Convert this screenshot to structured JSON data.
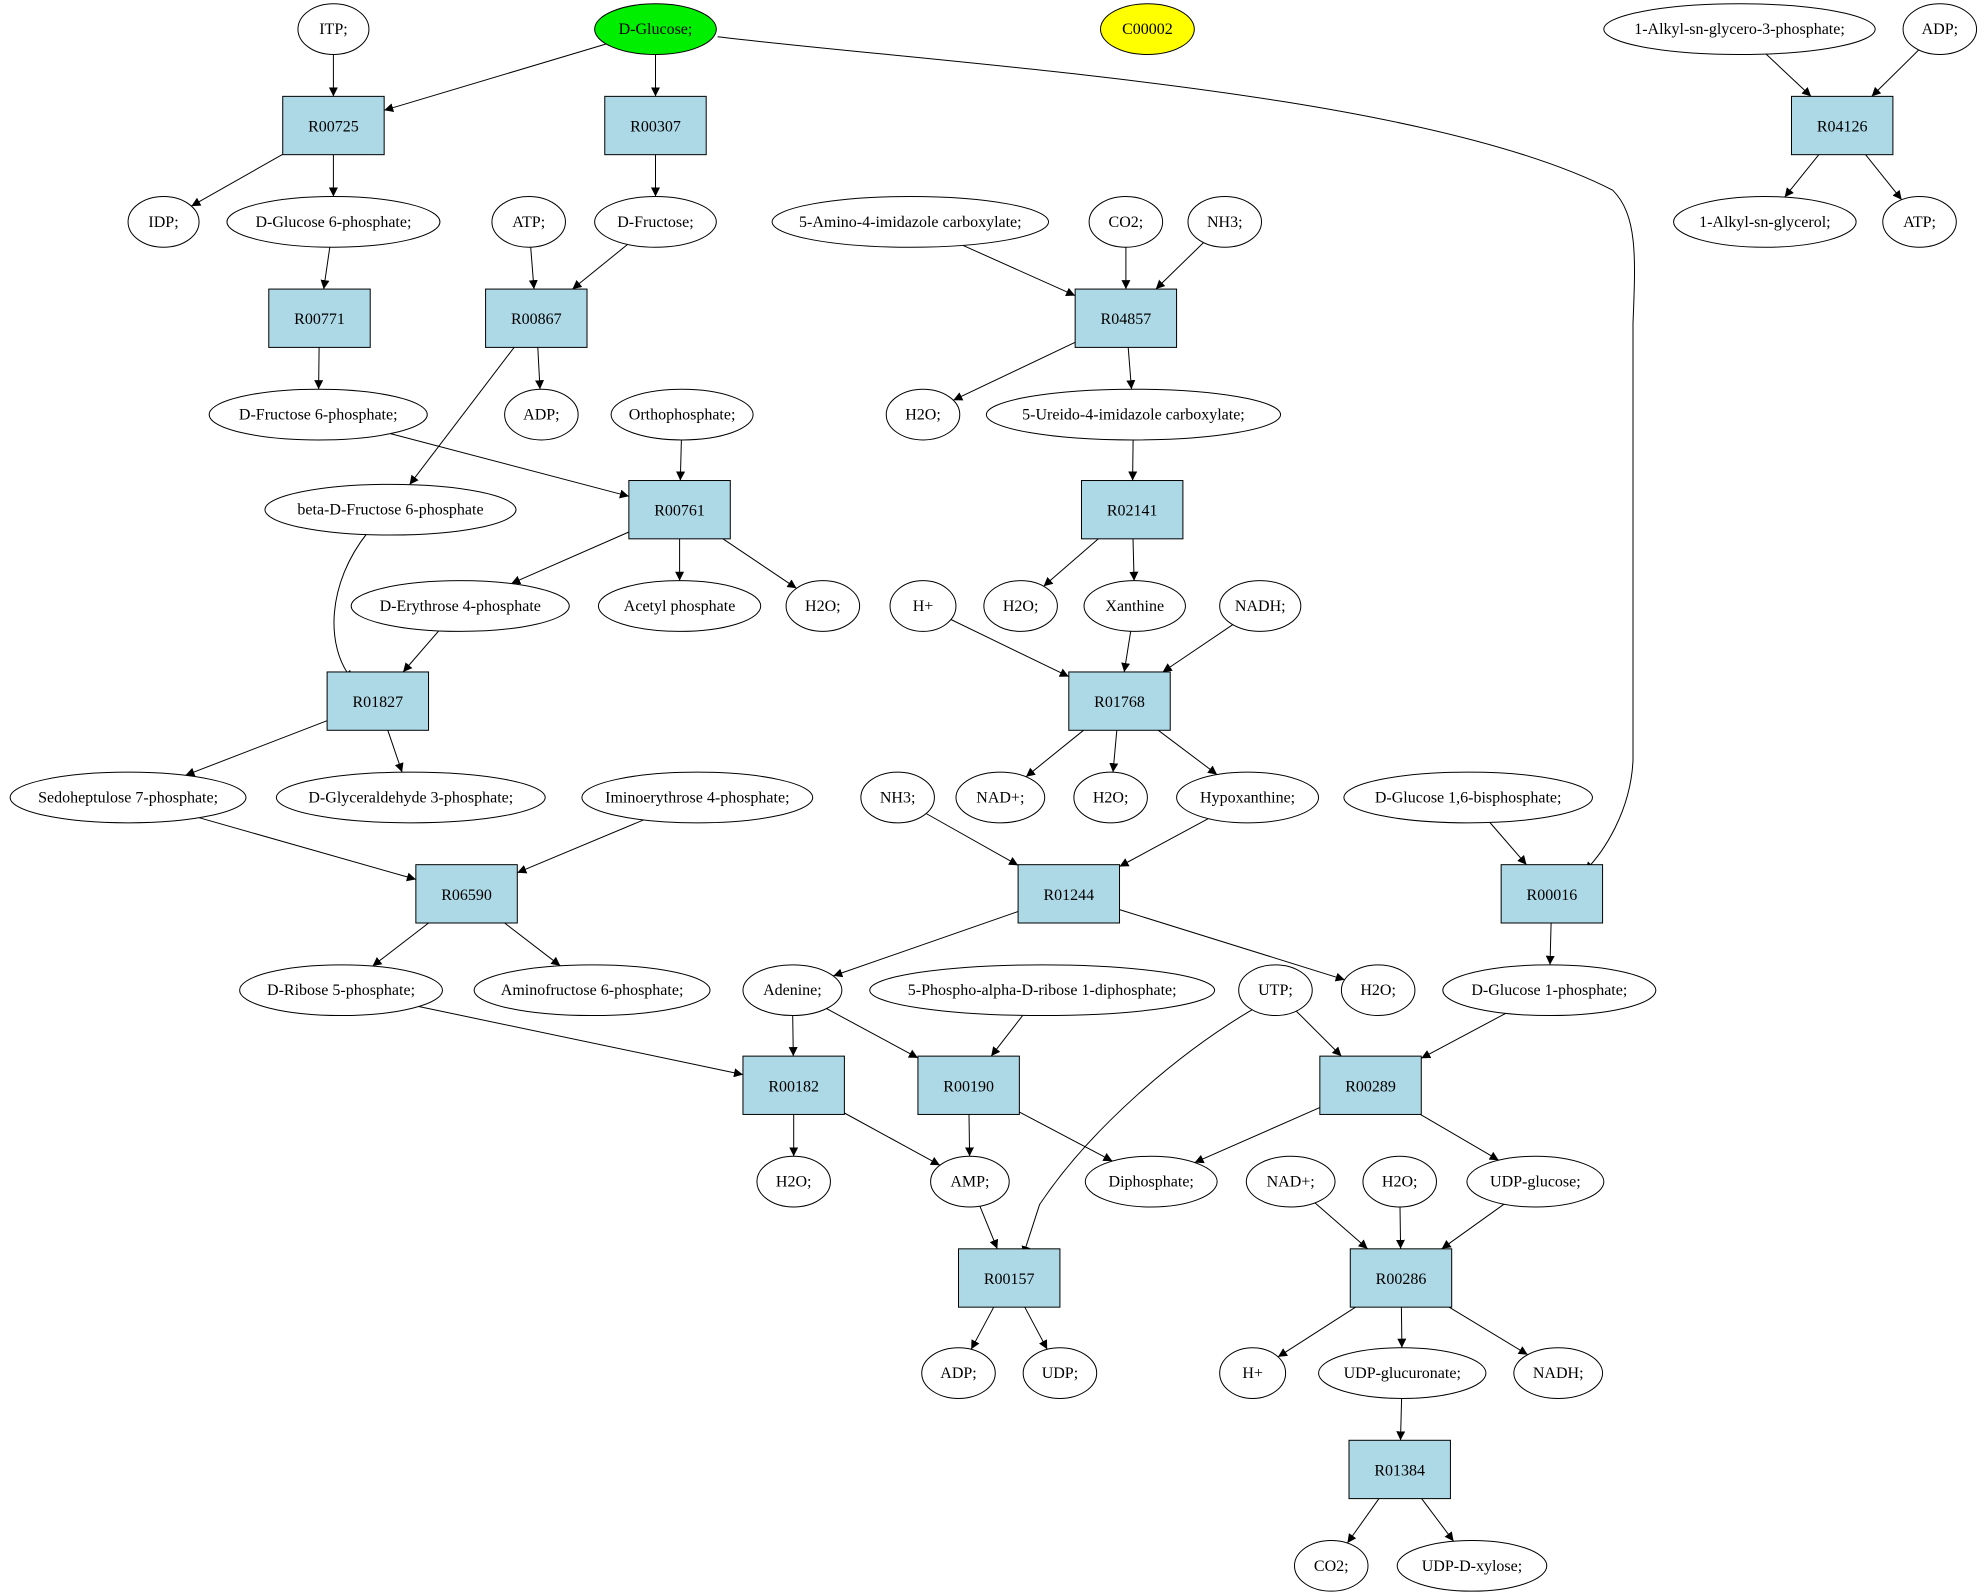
{
  "colors": {
    "reaction_fill": "#add8e6",
    "compound_fill": "#ffffff",
    "highlight_green": "#00ee00",
    "highlight_yellow": "#ffff00"
  },
  "compounds": [
    {
      "id": "itp",
      "label": "ITP;"
    },
    {
      "id": "glc",
      "label": "D-Glucose;",
      "fill": "#00ee00"
    },
    {
      "id": "c2",
      "label": "C00002",
      "fill": "#ffff00"
    },
    {
      "id": "alkg3p",
      "label": "1-Alkyl-sn-glycero-3-phosphate;"
    },
    {
      "id": "adp_a",
      "label": "ADP;"
    },
    {
      "id": "idp",
      "label": "IDP;"
    },
    {
      "id": "g6p",
      "label": "D-Glucose 6-phosphate;"
    },
    {
      "id": "atp_a",
      "label": "ATP;"
    },
    {
      "id": "fru",
      "label": "D-Fructose;"
    },
    {
      "id": "aicarb",
      "label": "5-Amino-4-imidazole carboxylate;"
    },
    {
      "id": "co2_a",
      "label": "CO2;"
    },
    {
      "id": "nh3_a",
      "label": "NH3;"
    },
    {
      "id": "alkg",
      "label": "1-Alkyl-sn-glycerol;"
    },
    {
      "id": "atp_b",
      "label": "ATP;"
    },
    {
      "id": "f6p",
      "label": "D-Fructose 6-phosphate;"
    },
    {
      "id": "adp_b",
      "label": "ADP;"
    },
    {
      "id": "pi",
      "label": "Orthophosphate;"
    },
    {
      "id": "h2o_a",
      "label": "H2O;"
    },
    {
      "id": "uicarb",
      "label": "5-Ureido-4-imidazole carboxylate;"
    },
    {
      "id": "bf6p",
      "label": "beta-D-Fructose 6-phosphate"
    },
    {
      "id": "e4p",
      "label": "D-Erythrose 4-phosphate"
    },
    {
      "id": "acp",
      "label": "Acetyl phosphate"
    },
    {
      "id": "h2o_b",
      "label": "H2O;"
    },
    {
      "id": "hplus_a",
      "label": "H+"
    },
    {
      "id": "h2o_c",
      "label": "H2O;"
    },
    {
      "id": "xan",
      "label": "Xanthine"
    },
    {
      "id": "nadh_a",
      "label": "NADH;"
    },
    {
      "id": "s7p",
      "label": "Sedoheptulose 7-phosphate;"
    },
    {
      "id": "gap",
      "label": "D-Glyceraldehyde 3-phosphate;"
    },
    {
      "id": "imino",
      "label": "Iminoerythrose 4-phosphate;"
    },
    {
      "id": "nh3_b",
      "label": "NH3;"
    },
    {
      "id": "nadp_a",
      "label": "NAD+;"
    },
    {
      "id": "h2o_d",
      "label": "H2O;"
    },
    {
      "id": "hyp",
      "label": "Hypoxanthine;"
    },
    {
      "id": "g16bp",
      "label": "D-Glucose 1,6-bisphosphate;"
    },
    {
      "id": "r5p",
      "label": "D-Ribose 5-phosphate;"
    },
    {
      "id": "af6p",
      "label": "Aminofructose 6-phosphate;"
    },
    {
      "id": "ade",
      "label": "Adenine;"
    },
    {
      "id": "prpp",
      "label": "5-Phospho-alpha-D-ribose 1-diphosphate;"
    },
    {
      "id": "utp",
      "label": "UTP;"
    },
    {
      "id": "h2o_e",
      "label": "H2O;"
    },
    {
      "id": "g1p",
      "label": "D-Glucose 1-phosphate;"
    },
    {
      "id": "h2o_f",
      "label": "H2O;"
    },
    {
      "id": "amp",
      "label": "AMP;"
    },
    {
      "id": "ppi",
      "label": "Diphosphate;"
    },
    {
      "id": "nadp_b",
      "label": "NAD+;"
    },
    {
      "id": "h2o_g",
      "label": "H2O;"
    },
    {
      "id": "udpg",
      "label": "UDP-glucose;"
    },
    {
      "id": "adp_c",
      "label": "ADP;"
    },
    {
      "id": "udp",
      "label": "UDP;"
    },
    {
      "id": "hplus_b",
      "label": "H+"
    },
    {
      "id": "udpgluc",
      "label": "UDP-glucuronate;"
    },
    {
      "id": "nadh_b",
      "label": "NADH;"
    },
    {
      "id": "co2_b",
      "label": "CO2;"
    },
    {
      "id": "udpxyl",
      "label": "UDP-D-xylose;"
    }
  ],
  "reactions": [
    {
      "id": "R00725",
      "label": "R00725"
    },
    {
      "id": "R00307",
      "label": "R00307"
    },
    {
      "id": "R04126",
      "label": "R04126"
    },
    {
      "id": "R00771",
      "label": "R00771"
    },
    {
      "id": "R00867",
      "label": "R00867"
    },
    {
      "id": "R04857",
      "label": "R04857"
    },
    {
      "id": "R00761",
      "label": "R00761"
    },
    {
      "id": "R02141",
      "label": "R02141"
    },
    {
      "id": "R01827",
      "label": "R01827"
    },
    {
      "id": "R01768",
      "label": "R01768"
    },
    {
      "id": "R06590",
      "label": "R06590"
    },
    {
      "id": "R01244",
      "label": "R01244"
    },
    {
      "id": "R00016",
      "label": "R00016"
    },
    {
      "id": "R00182",
      "label": "R00182"
    },
    {
      "id": "R00190",
      "label": "R00190"
    },
    {
      "id": "R00289",
      "label": "R00289"
    },
    {
      "id": "R00157",
      "label": "R00157"
    },
    {
      "id": "R00286",
      "label": "R00286"
    },
    {
      "id": "R01384",
      "label": "R01384"
    }
  ],
  "edges": [
    [
      "itp",
      "R00725"
    ],
    [
      "glc",
      "R00725"
    ],
    [
      "glc",
      "R00307"
    ],
    [
      "glc",
      "R00016"
    ],
    [
      "R00725",
      "idp"
    ],
    [
      "R00725",
      "g6p"
    ],
    [
      "R00307",
      "fru"
    ],
    [
      "alkg3p",
      "R04126"
    ],
    [
      "adp_a",
      "R04126"
    ],
    [
      "R04126",
      "alkg"
    ],
    [
      "R04126",
      "atp_b"
    ],
    [
      "g6p",
      "R00771"
    ],
    [
      "R00771",
      "f6p"
    ],
    [
      "atp_a",
      "R00867"
    ],
    [
      "fru",
      "R00867"
    ],
    [
      "R00867",
      "adp_b"
    ],
    [
      "R00867",
      "bf6p"
    ],
    [
      "aicarb",
      "R04857"
    ],
    [
      "co2_a",
      "R04857"
    ],
    [
      "nh3_a",
      "R04857"
    ],
    [
      "R04857",
      "h2o_a"
    ],
    [
      "R04857",
      "uicarb"
    ],
    [
      "f6p",
      "R00761"
    ],
    [
      "pi",
      "R00761"
    ],
    [
      "R00761",
      "e4p"
    ],
    [
      "R00761",
      "acp"
    ],
    [
      "R00761",
      "h2o_b"
    ],
    [
      "uicarb",
      "R02141"
    ],
    [
      "R02141",
      "h2o_c"
    ],
    [
      "R02141",
      "xan"
    ],
    [
      "bf6p",
      "R01827"
    ],
    [
      "e4p",
      "R01827"
    ],
    [
      "R01827",
      "s7p"
    ],
    [
      "R01827",
      "gap"
    ],
    [
      "hplus_a",
      "R01768"
    ],
    [
      "xan",
      "R01768"
    ],
    [
      "nadh_a",
      "R01768"
    ],
    [
      "R01768",
      "nadp_a"
    ],
    [
      "R01768",
      "h2o_d"
    ],
    [
      "R01768",
      "hyp"
    ],
    [
      "s7p",
      "R06590"
    ],
    [
      "imino",
      "R06590"
    ],
    [
      "R06590",
      "r5p"
    ],
    [
      "R06590",
      "af6p"
    ],
    [
      "nh3_b",
      "R01244"
    ],
    [
      "hyp",
      "R01244"
    ],
    [
      "R01244",
      "ade"
    ],
    [
      "R01244",
      "h2o_e"
    ],
    [
      "g16bp",
      "R00016"
    ],
    [
      "R00016",
      "g1p"
    ],
    [
      "r5p",
      "R00182"
    ],
    [
      "ade",
      "R00182"
    ],
    [
      "R00182",
      "h2o_f"
    ],
    [
      "R00182",
      "amp"
    ],
    [
      "ade",
      "R00190"
    ],
    [
      "prpp",
      "R00190"
    ],
    [
      "R00190",
      "amp"
    ],
    [
      "R00190",
      "ppi"
    ],
    [
      "utp",
      "R00289"
    ],
    [
      "g1p",
      "R00289"
    ],
    [
      "R00289",
      "ppi"
    ],
    [
      "R00289",
      "udpg"
    ],
    [
      "amp",
      "R00157"
    ],
    [
      "utp",
      "R00157"
    ],
    [
      "R00157",
      "adp_c"
    ],
    [
      "R00157",
      "udp"
    ],
    [
      "nadp_b",
      "R00286"
    ],
    [
      "h2o_g",
      "R00286"
    ],
    [
      "udpg",
      "R00286"
    ],
    [
      "R00286",
      "hplus_b"
    ],
    [
      "R00286",
      "udpgluc"
    ],
    [
      "R00286",
      "nadh_b"
    ],
    [
      "udpgluc",
      "R01384"
    ],
    [
      "R01384",
      "co2_b"
    ],
    [
      "R01384",
      "udpxyl"
    ]
  ]
}
